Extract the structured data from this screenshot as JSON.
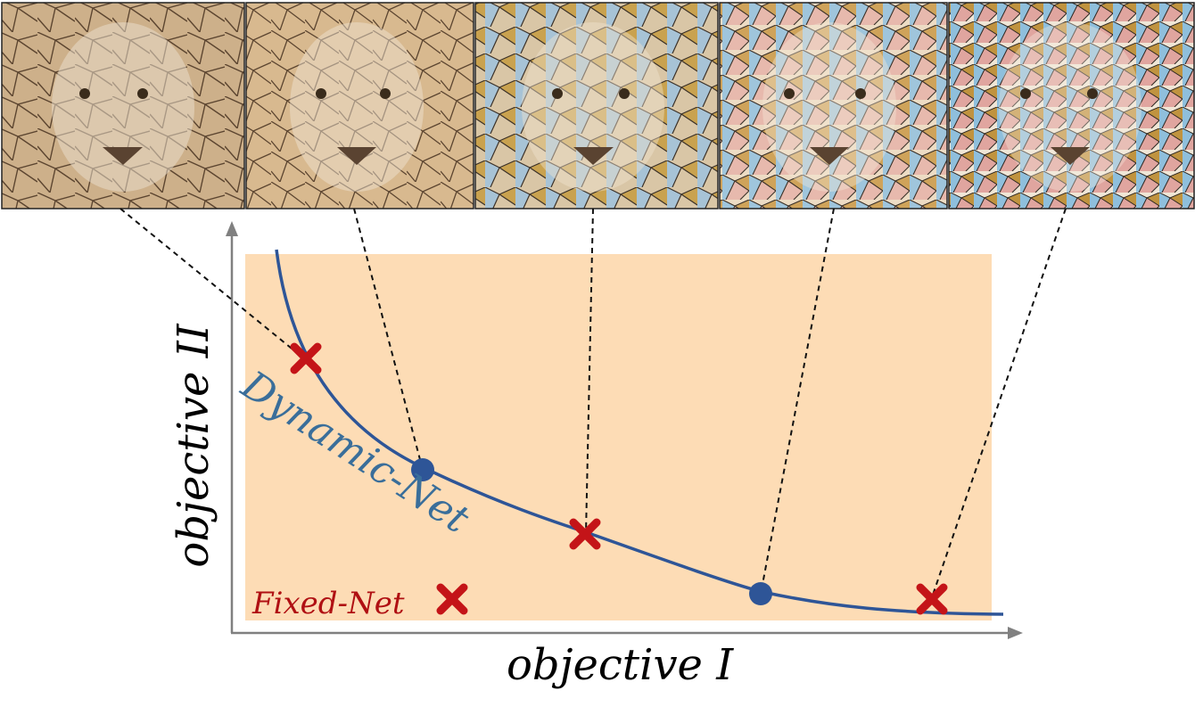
{
  "labels": {
    "x_axis": "objective I",
    "y_axis": "objective II",
    "curve": "Dynamic-Net",
    "fixed": "Fixed-Net"
  },
  "colors": {
    "region": "#fddcb5",
    "curve": "#2e5597",
    "curve_label": "#3a6e9a",
    "dot": "#2e5597",
    "cross": "#c41418",
    "fixed_label": "#b01013",
    "axis": "#808080",
    "leader": "#111111"
  },
  "thumbnails": [
    {
      "name": "thumbnail-1",
      "description": "cougar-stained-glass-style-level-1",
      "kind": "cross"
    },
    {
      "name": "thumbnail-2",
      "description": "cougar-stained-glass-style-level-2",
      "kind": "dot"
    },
    {
      "name": "thumbnail-3",
      "description": "cougar-stained-glass-style-level-3",
      "kind": "cross"
    },
    {
      "name": "thumbnail-4",
      "description": "cougar-stained-glass-style-level-4",
      "kind": "dot"
    },
    {
      "name": "thumbnail-5",
      "description": "cougar-stained-glass-style-level-5",
      "kind": "cross"
    }
  ]
}
